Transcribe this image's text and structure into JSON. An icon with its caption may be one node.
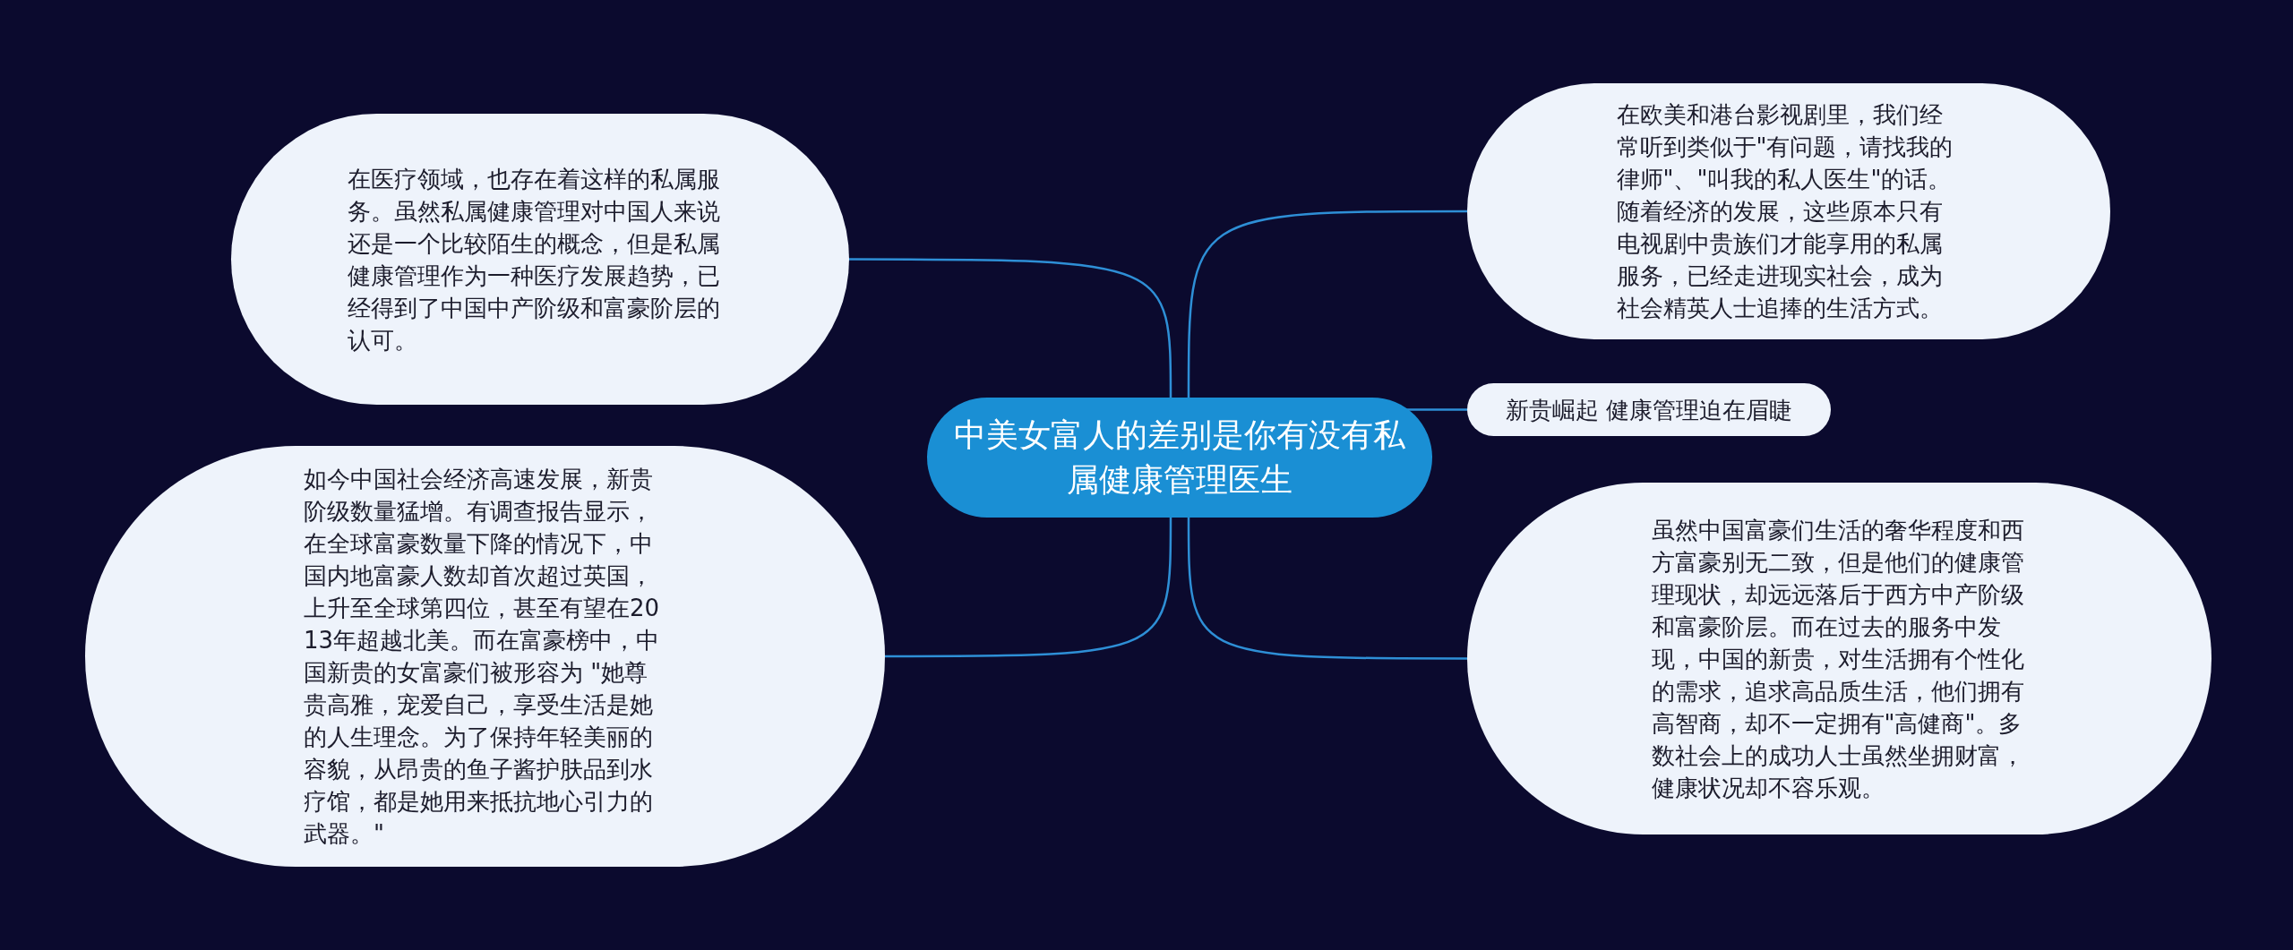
{
  "diagram": {
    "nodes": [
      {
        "text": [
          "中美女富人的差别是你有没有私属健康管理医生"
        ]
      },
      {
        "text": [
          "在医疗领域，也存在着这样的私属服务。虽然私属健康管理对中国人来说还是一个比较陌生的概念，但是私属健康管理作为一种医疗发展趋势，已经得到了中国中产阶级和富豪阶层的认可。"
        ]
      },
      {
        "text": [
          "如今中国社会经济高速发展，新贵阶级数量猛增。有调查报告显示，在全球富豪数量下降的情况下，中国内地富豪人数却首次超过英国，上升至全球第四位，甚至有望在2013年超越北美。而在富豪榜中，中国新贵的女富豪们被形容为 \"她尊贵高雅，宠爱自己，享受生活是她的人生理念。为了保持年轻美丽的容貌，从昂贵的鱼子酱护肤品到水疗馆，都是她用来抵抗地心引力的武器。\""
        ]
      },
      {
        "text": [
          "在欧美和港台影视剧里，我们经常听到类似于\"有问题，请找我的律师\"、\"叫我的私人医生\"的话。随着经济的发展，这些原本只有电视剧中贵族们才能享用的私属服务，已经走进现实社会，成为社会精英人士追捧的生活方式。"
        ]
      },
      {
        "text": [
          "新贵崛起 健康管理迫在眉睫"
        ]
      },
      {
        "text": [
          "虽然中国富豪们生活的奢华程度和西方富豪别无二致，但是他们的健康管理现状，却远远落后于西方中产阶级和富豪阶层。而在过去的服务中发现，中国的新贵，对生活拥有个性化的需求，追求高品质生活，他们拥有高智商，却不一定拥有\"高健商\"。多数社会上的成功人士虽然坐拥财富，健康状况却不容乐观。"
        ]
      }
    ],
    "edges": [
      {
        "from": 0,
        "to": 1,
        "arrow": "none"
      },
      {
        "from": 0,
        "to": 2,
        "arrow": "none"
      },
      {
        "from": 0,
        "to": 3,
        "arrow": "none"
      },
      {
        "from": 0,
        "to": 4,
        "arrow": "none"
      },
      {
        "from": 0,
        "to": 5,
        "arrow": "none"
      }
    ]
  }
}
